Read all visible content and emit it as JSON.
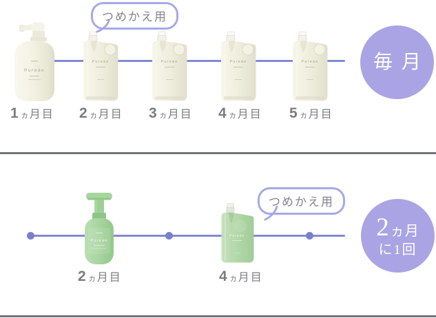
{
  "colors": {
    "timeline_line": "#8289d2",
    "timeline_dot": "#7880cd",
    "badge_background": "#aaa4e4",
    "bubble_border": "#a5a9e8",
    "label_gray": "#7c7b82",
    "divider_gray": "#74747c"
  },
  "products": {
    "brand": "Pureáe"
  },
  "top_row": {
    "bubble_label": "つめかえ用",
    "cycle_badge": "毎月",
    "months": [
      {
        "num": "1",
        "kana": "ヵ",
        "rest": "月目"
      },
      {
        "num": "2",
        "kana": "ヵ",
        "rest": "月目"
      },
      {
        "num": "3",
        "kana": "ヵ",
        "rest": "月目"
      },
      {
        "num": "4",
        "kana": "ヵ",
        "rest": "月目"
      },
      {
        "num": "5",
        "kana": "ヵ",
        "rest": "月目"
      }
    ]
  },
  "bottom_row": {
    "bubble_label": "つめかえ用",
    "cycle_badge": {
      "num": "2",
      "unit": "ヵ月",
      "line2": "に1回"
    },
    "months": [
      {
        "num": "2",
        "kana": "ヵ",
        "rest": "月目"
      },
      {
        "num": "4",
        "kana": "ヵ",
        "rest": "月目"
      }
    ]
  }
}
